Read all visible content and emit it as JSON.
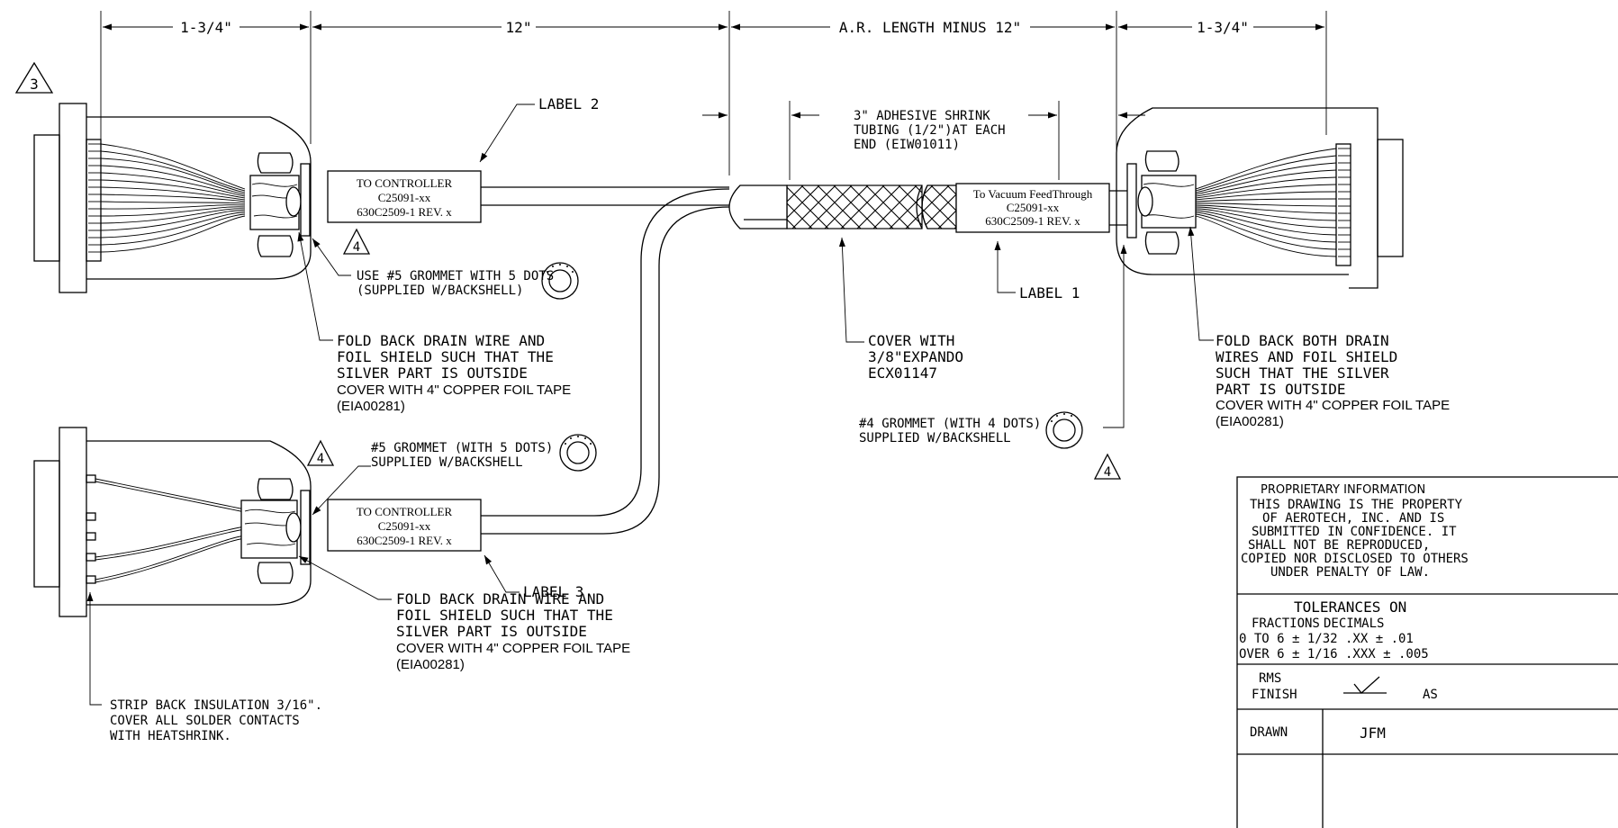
{
  "dimensions": {
    "left_connector": "1-3/4\"",
    "label_offset": "12\"",
    "ar_length": "A.R. LENGTH MINUS 12\"",
    "right_connector": "1-3/4\""
  },
  "labels": {
    "label1": {
      "tag": "LABEL 1",
      "line1": "To Vacuum FeedThrough",
      "line2": "C25091-xx",
      "line3": "630C2509-1    REV. x"
    },
    "label2": {
      "tag": "LABEL 2",
      "line1": "TO CONTROLLER",
      "line2": "C25091-xx",
      "line3": "630C2509-1   REV. x"
    },
    "label3": {
      "tag": "LABEL 3",
      "line1": "TO CONTROLLER",
      "line2": "C25091-xx",
      "line3": "630C2509-1   REV. x"
    }
  },
  "notes": {
    "revision_markers": [
      "3",
      "4",
      "4",
      "4"
    ],
    "shrink_tubing": [
      "3\" ADHESIVE SHRINK",
      "TUBING (1/2\")AT EACH",
      "END (EIW01011)"
    ],
    "grommet5_top": [
      "USE #5 GROMMET WITH 5 DOTS",
      "(SUPPLIED W/BACKSHELL)"
    ],
    "grommet5_bottom": [
      "#5 GROMMET (WITH 5 DOTS)",
      "SUPPLIED W/BACKSHELL"
    ],
    "grommet4": [
      "#4 GROMMET (WITH 4 DOTS)",
      "SUPPLIED W/BACKSHELL"
    ],
    "fold_drain_top": [
      "FOLD BACK DRAIN WIRE AND",
      "FOIL SHIELD SUCH THAT THE",
      "SILVER PART IS OUTSIDE"
    ],
    "fold_drain_bottom": [
      "FOLD BACK DRAIN WIRE AND",
      "FOIL SHIELD SUCH THAT THE",
      "SILVER PART IS OUTSIDE"
    ],
    "fold_both": [
      "FOLD BACK BOTH DRAIN",
      "WIRES AND FOIL SHIELD",
      "SUCH THAT THE SILVER",
      "PART IS OUTSIDE"
    ],
    "copper_tape": "COVER WITH 4\" COPPER FOIL TAPE",
    "copper_tape_part": "(EIA00281)",
    "copper_tape_right": "COVER WITH 4\" COPPER FOIL TAPE",
    "expando": [
      "COVER WITH",
      "3/8\"EXPANDO",
      "ECX01147"
    ],
    "strip_back": [
      "STRIP BACK INSULATION 3/16\".",
      "COVER ALL SOLDER CONTACTS",
      "WITH HEATSHRINK."
    ]
  },
  "title_block": {
    "proprietary_title": "PROPRIETARY INFORMATION",
    "proprietary_text": [
      "THIS DRAWING IS THE PROPERTY",
      "OF AEROTECH, INC. AND IS",
      "SUBMITTED IN CONFIDENCE. IT",
      "SHALL NOT BE REPRODUCED,",
      "COPIED NOR DISCLOSED TO OTHERS",
      "UNDER PENALTY OF LAW."
    ],
    "tolerances_title": "TOLERANCES ON",
    "fractions_header": "FRACTIONS",
    "decimals_header": "DECIMALS",
    "tol_row1": "0 TO 6  ± 1/32   .XX  ± .01",
    "tol_row2": "OVER 6 ± 1/16  .XXX  ± .005",
    "rms_finish": [
      "RMS",
      "FINISH"
    ],
    "as_label": "AS",
    "drawn_label": "DRAWN",
    "drawn_by": "JFM"
  }
}
